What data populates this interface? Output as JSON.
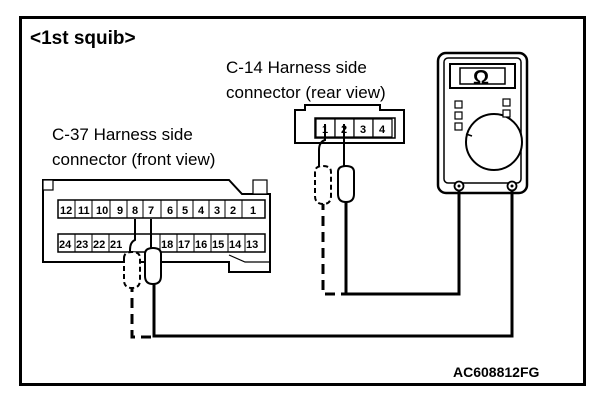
{
  "diagram": {
    "title": "<1st squib>",
    "c14": {
      "line1": "C-14 Harness side",
      "line2": "connector (rear view)",
      "pins": [
        "1",
        "2",
        "3",
        "4"
      ]
    },
    "c37": {
      "line1": "C-37 Harness side",
      "line2": "connector (front view)",
      "top_pins": [
        "12",
        "11",
        "10",
        "9",
        "8",
        "7",
        "6",
        "5",
        "4",
        "3",
        "2",
        "1"
      ],
      "bottom_pins": [
        "24",
        "23",
        "22",
        "21",
        "",
        "",
        "18",
        "17",
        "16",
        "15",
        "14",
        "13"
      ]
    },
    "meter": {
      "symbol": "Ω",
      "icon": "ohmmeter-icon"
    },
    "figure_id": "AC608812FG"
  }
}
